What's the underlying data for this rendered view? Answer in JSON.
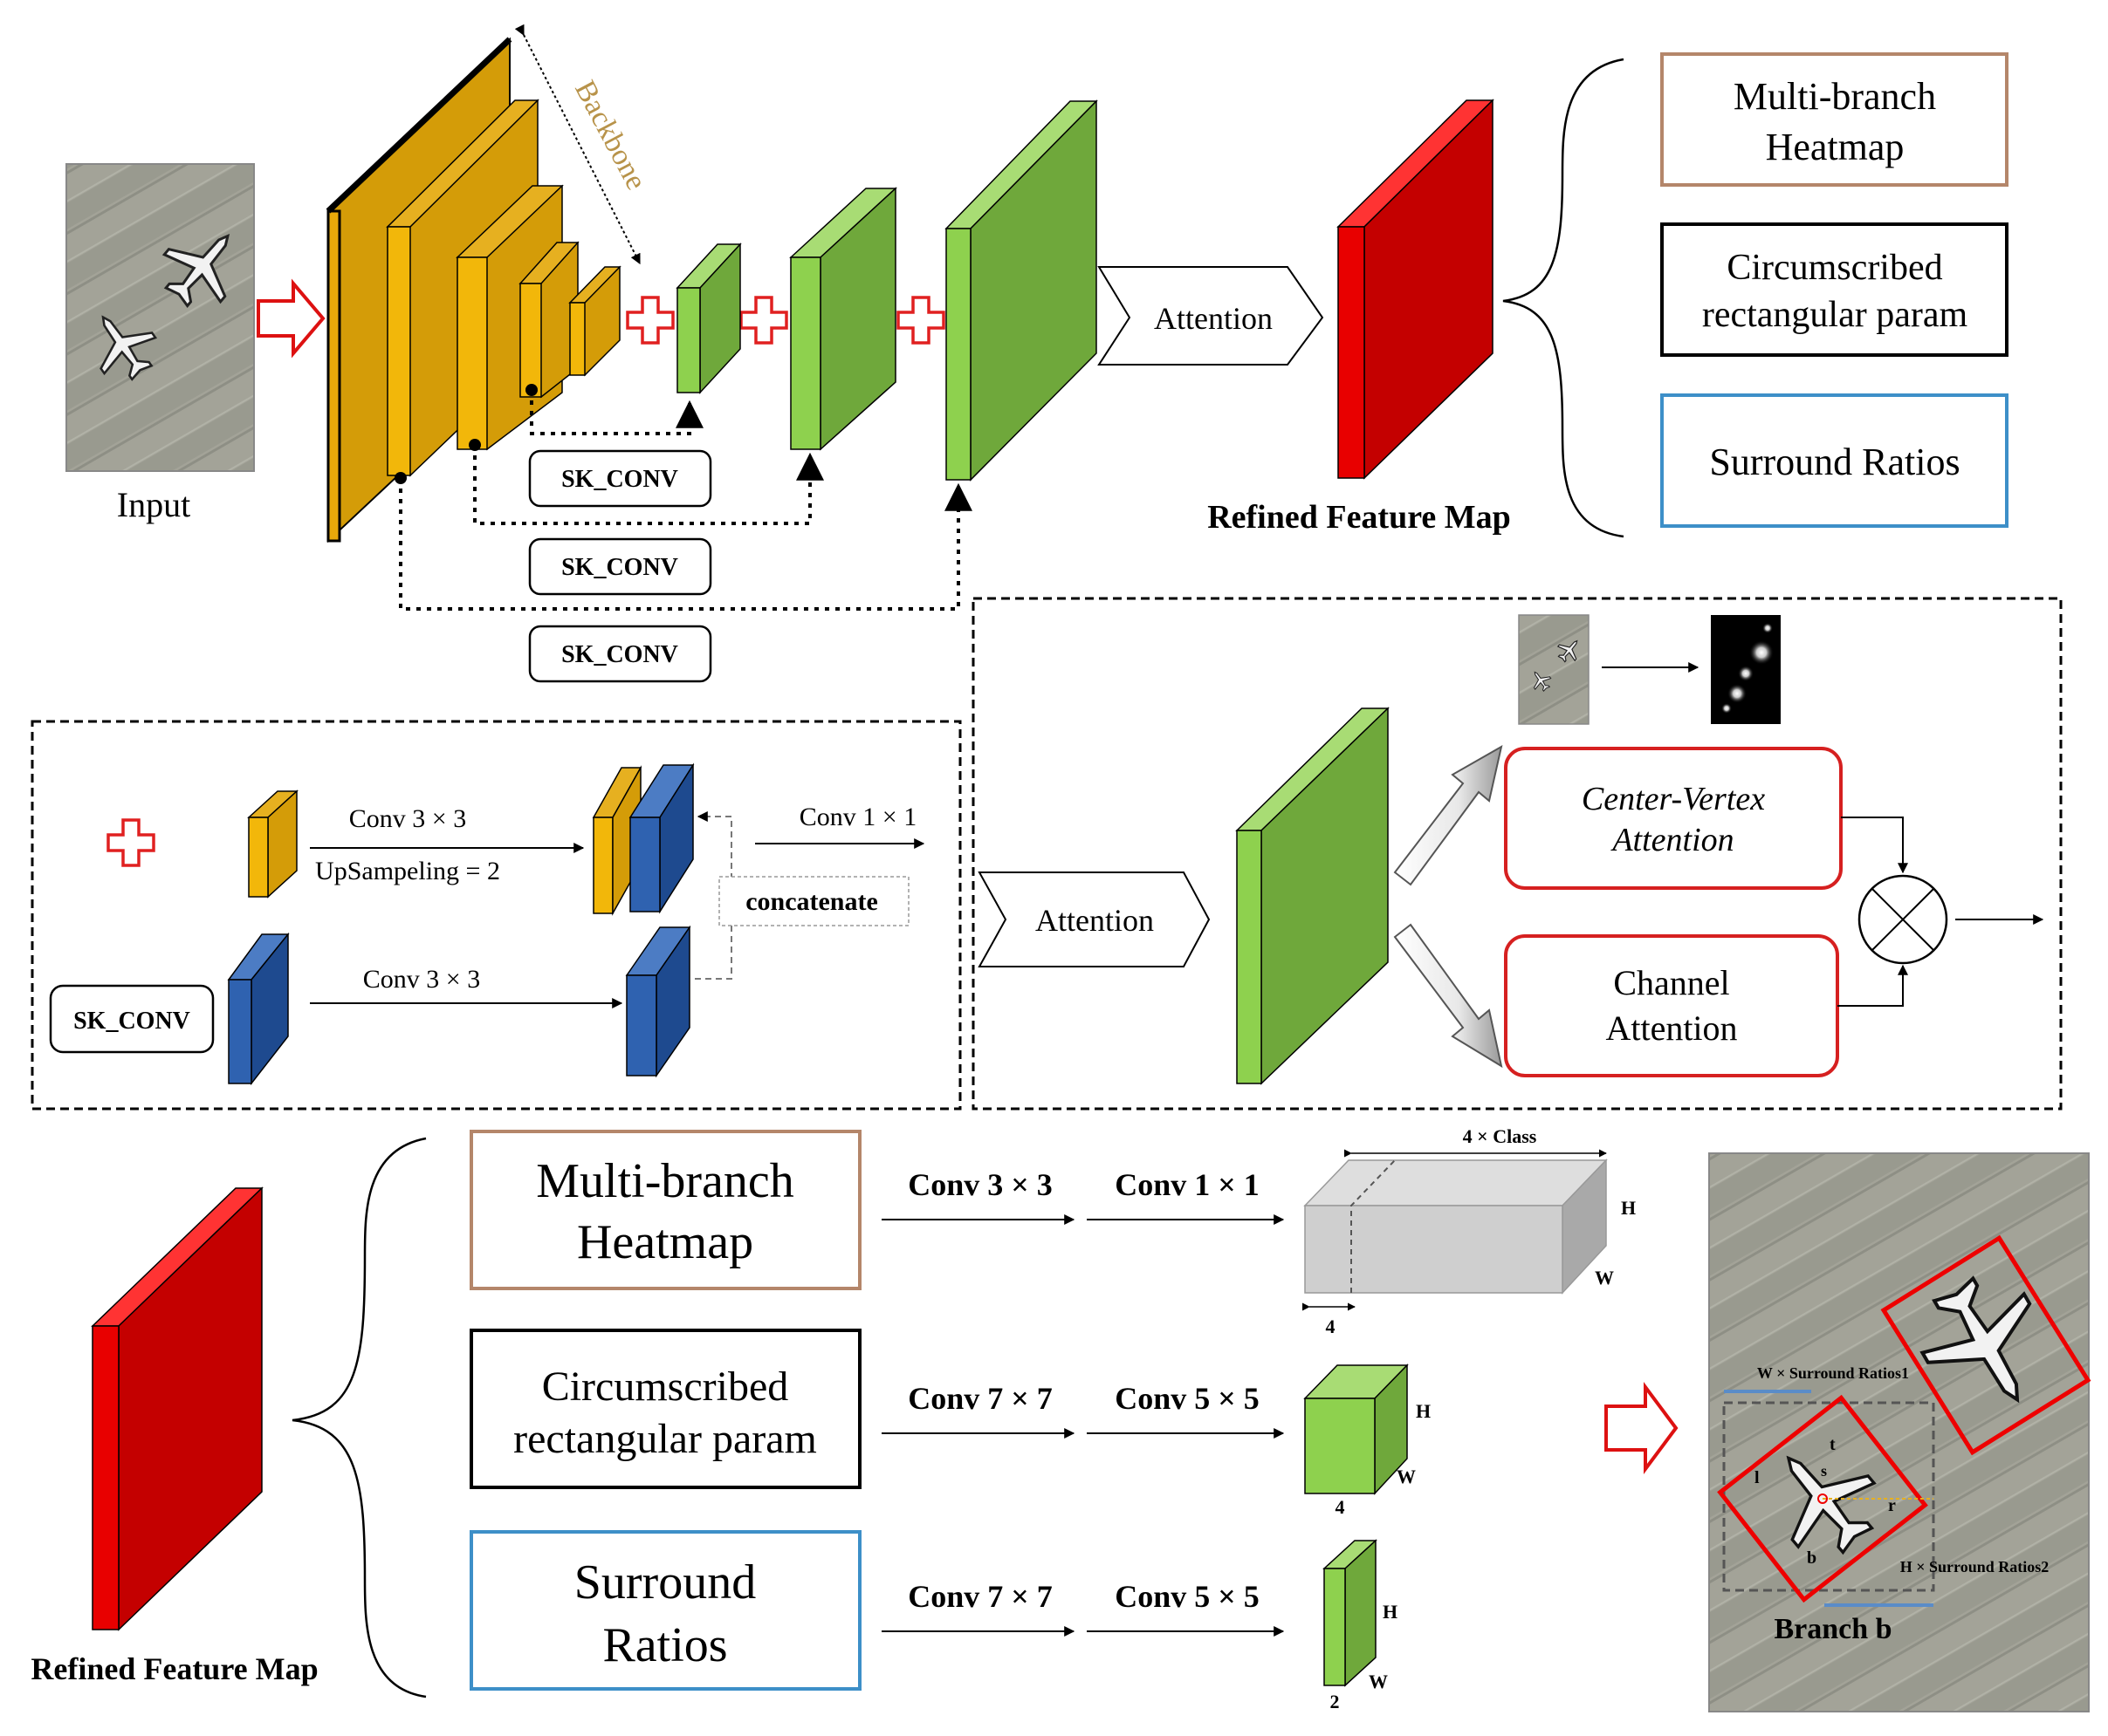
{
  "labels": {
    "input": "Input",
    "backbone": "Backbone",
    "attention": "Attention",
    "refined_feature_map": "Refined Feature Map",
    "sk_conv": "SK_CONV",
    "center_vertex_1": "Center-Vertex",
    "center_vertex_2": "Attention",
    "channel_attention_1": "Channel",
    "channel_attention_2": "Attention",
    "concatenate": "concatenate",
    "branch_b": "Branch b"
  },
  "outputs": {
    "heatmap": [
      "Multi-branch",
      "Heatmap"
    ],
    "rect_param": [
      "Circumscribed",
      "rectangular param"
    ],
    "surround": "Surround Ratios",
    "surround_split": [
      "Surround",
      "Ratios"
    ]
  },
  "upsample": {
    "conv3a": "Conv 3 × 3",
    "upsampling": "UpSampeling = 2",
    "conv1": "Conv 1 × 1",
    "conv3b": "Conv 3 × 3"
  },
  "heads": [
    {
      "conv_a": "Conv 3 × 3",
      "conv_b": "Conv 1 × 1",
      "depth": "4",
      "width_label": "4 × Class",
      "h": "H",
      "w": "W"
    },
    {
      "conv_a": "Conv 7 × 7",
      "conv_b": "Conv 5 × 5",
      "depth": "4",
      "h": "H",
      "w": "W"
    },
    {
      "conv_a": "Conv 7 × 7",
      "conv_b": "Conv 5 × 5",
      "depth": "2",
      "h": "H",
      "w": "W"
    }
  ],
  "annotations": {
    "w_surround": "W × Surround Ratios1",
    "h_surround": "H × Surround Ratios2",
    "l": "l",
    "t": "t",
    "r": "r",
    "b": "b",
    "s": "s"
  },
  "colors": {
    "yellow_front": "#F2B70A",
    "yellow_side": "#D49C08",
    "green_front": "#8ED14E",
    "green_side": "#6FA83B",
    "red_front": "#E80000",
    "red_side": "#C40000",
    "blue_front": "#2F62B0",
    "blue_side": "#1E4A8F",
    "heatmap_border": "#B4866A",
    "surround_border": "#3D8FC8",
    "attention_border": "#D62020",
    "backbone_text": "#B8934A"
  }
}
